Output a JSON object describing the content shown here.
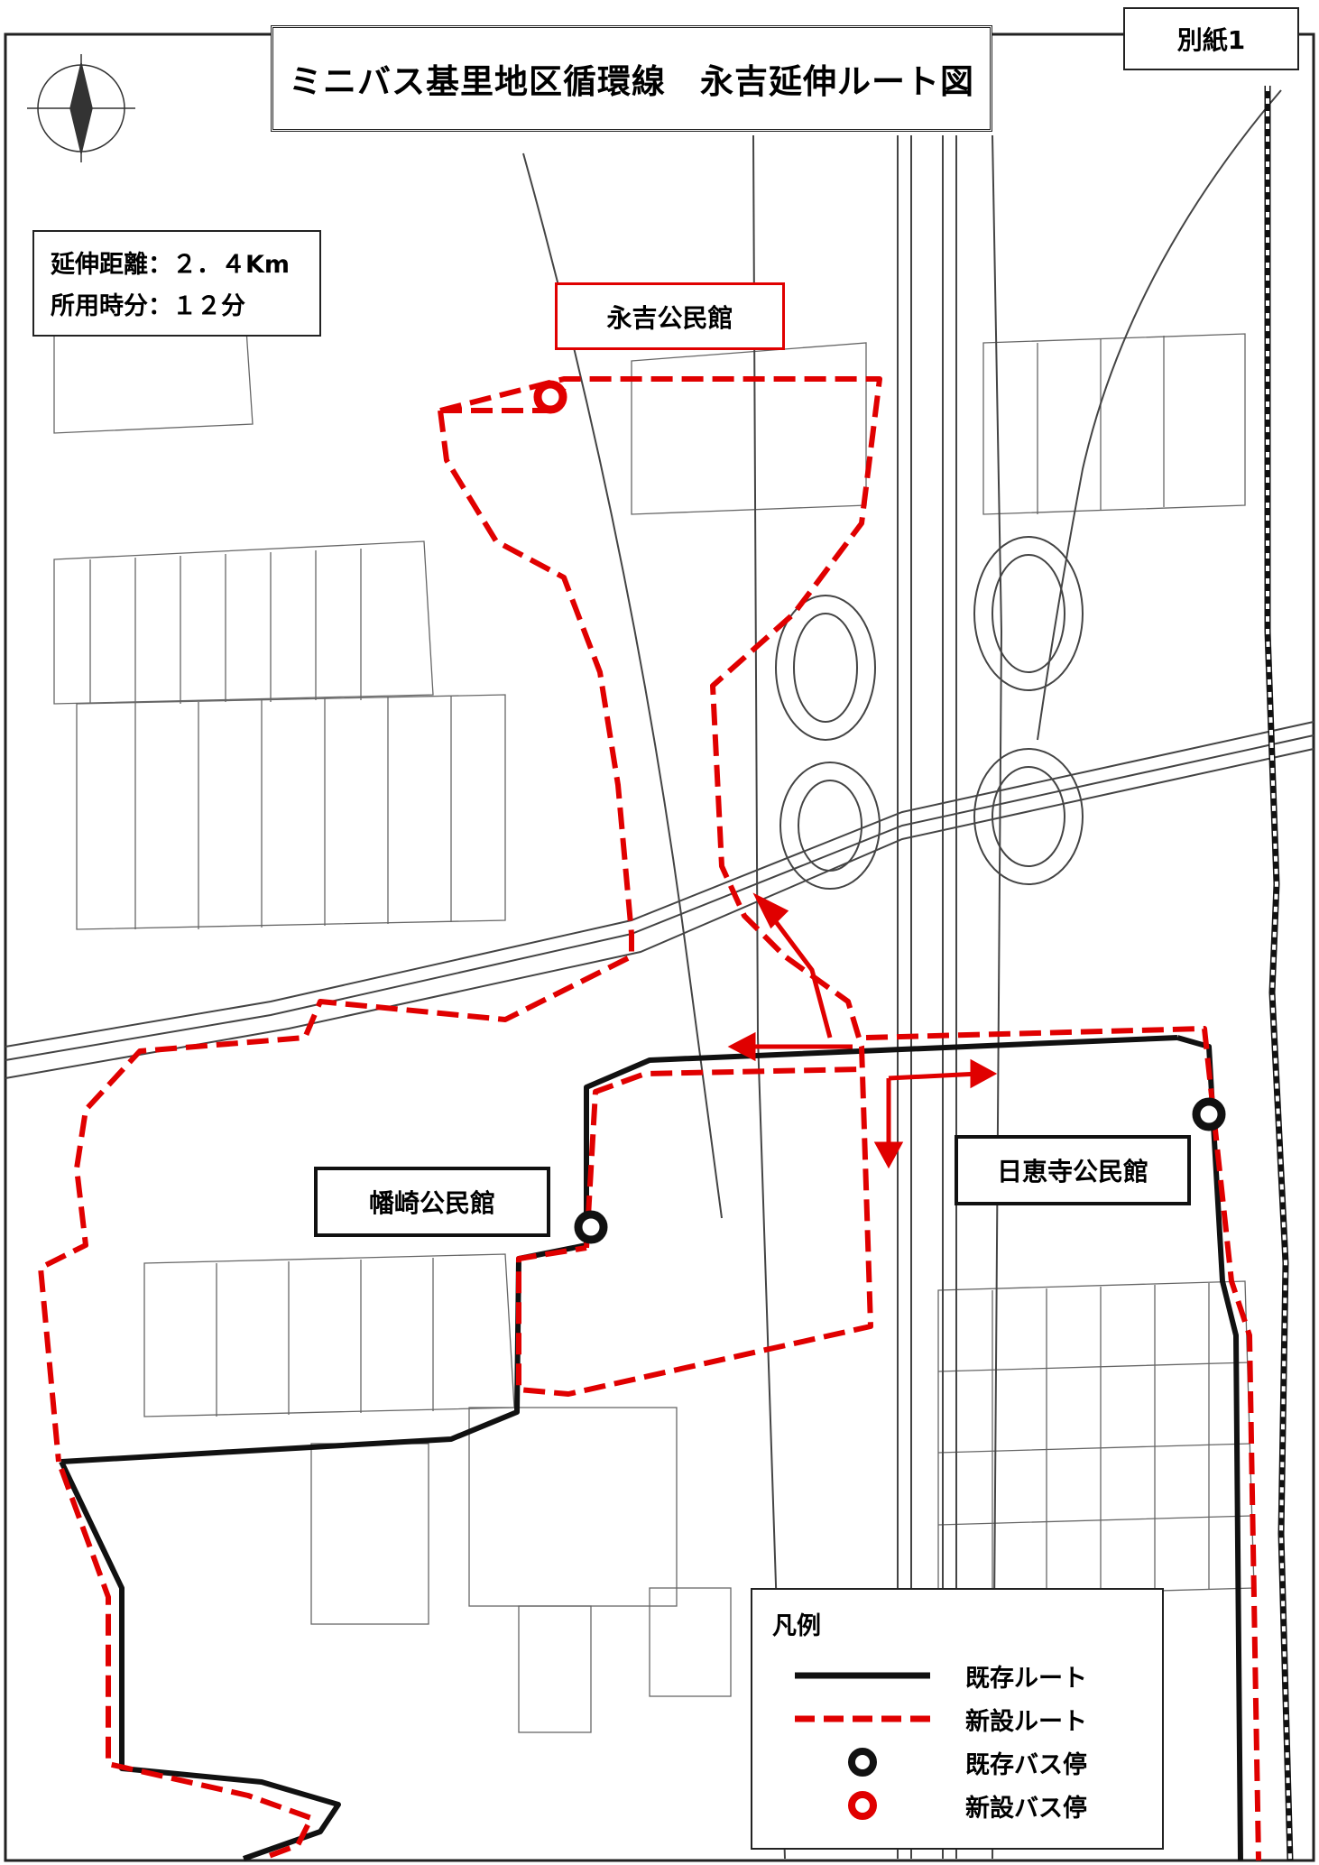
{
  "header": {
    "attachment": "別紙1",
    "title": "ミニバス基里地区循環線　永吉延伸ルート図"
  },
  "info": {
    "distance": "延伸距離：２．４Km",
    "time": "所用時分：１２分"
  },
  "places": {
    "eikichi_hall": "永吉公民館",
    "hatazaki_hall": "幡崎公民館",
    "hieji_hall": "日恵寺公民館"
  },
  "legend": {
    "title": "凡例",
    "items": [
      {
        "label": "既存ルート",
        "symbol": "solid-black-line"
      },
      {
        "label": "新設ルート",
        "symbol": "dashed-red-line"
      },
      {
        "label": "既存バス停",
        "symbol": "black-ring"
      },
      {
        "label": "新設バス停",
        "symbol": "red-ring"
      }
    ]
  },
  "colors": {
    "existing_route": "#111111",
    "new_route": "#e00000",
    "base_map_lines": "#555555"
  }
}
